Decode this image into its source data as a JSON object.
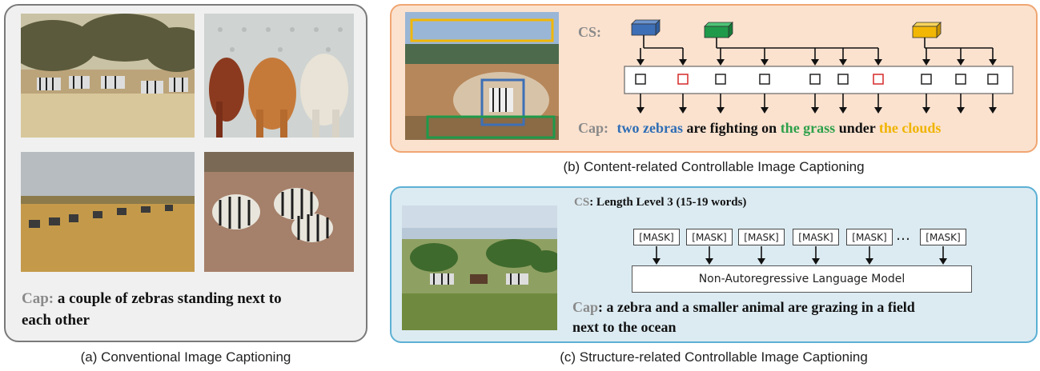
{
  "panel_a": {
    "cap_label": "Cap:",
    "cap_text_line1": "a couple of zebras standing next to",
    "cap_text_line2": "each other",
    "subcaption": "(a) Conventional Image Captioning"
  },
  "panel_b": {
    "cs_label": "CS:",
    "cap_label": "Cap:",
    "cap_words": [
      {
        "text": "two zebras",
        "color": "#2e6db5"
      },
      {
        "text": "are fighting on",
        "color": "#111111"
      },
      {
        "text": "the grass",
        "color": "#2ea04a"
      },
      {
        "text": "under",
        "color": "#111111"
      },
      {
        "text": "the clouds",
        "color": "#f0b400"
      }
    ],
    "colors": {
      "blue": "#3d6fb6",
      "green": "#1f9a4a",
      "yellow": "#f2b705",
      "red": "#d62828"
    },
    "subcaption": "(b) Content-related Controllable Image Captioning"
  },
  "panel_c": {
    "cs_label": "CS",
    "cs_text": ": Length Level 3 (15-19 words)",
    "mask_tokens": [
      "[MASK]",
      "[MASK]",
      "[MASK]",
      "[MASK]",
      "[MASK]",
      "[MASK]"
    ],
    "ellipsis": "…",
    "lm_label": "Non-Autoregressive Language Model",
    "cap_label": "Cap",
    "cap_text_line1": ": a zebra and a smaller animal are grazing in a field",
    "cap_text_line2": "next to the ocean",
    "subcaption": "(c) Structure-related Controllable Image Captioning"
  }
}
